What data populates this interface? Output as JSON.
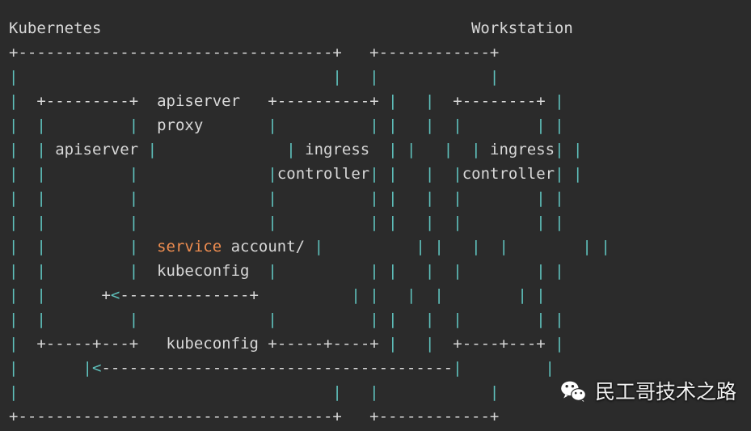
{
  "diagram": {
    "type": "ascii-art",
    "title_labels": [
      {
        "name": "kubernetes",
        "text": "Kubernetes"
      },
      {
        "name": "workstation",
        "text": "Workstation"
      }
    ],
    "node_labels": [
      {
        "name": "apiserver",
        "text": "apiserver"
      },
      {
        "name": "apiserver-proxy",
        "text": "apiserver proxy"
      },
      {
        "name": "ingress-controller-cluster",
        "text": "ingress controller"
      },
      {
        "name": "ingress-controller-workstation",
        "text": "ingress controller"
      }
    ],
    "edge_labels": [
      {
        "name": "service-account-kubeconfig",
        "text": "service account/ kubeconfig",
        "highlight_word": "service"
      },
      {
        "name": "kubeconfig",
        "text": "kubeconfig"
      }
    ],
    "colors": {
      "background": "#2b2b2b",
      "box_rule": "#d8d8d8",
      "vertical_rule": "#5fc2bd",
      "text": "#d8d8d8",
      "highlight": "#ef8d50",
      "watermark_text": "#f2f2f2"
    },
    "rows": [
      [
        {
          "t": "Kubernetes",
          "c": "text"
        },
        {
          "t": "                                        ",
          "c": "text"
        },
        {
          "t": "Workstation",
          "c": "text"
        }
      ],
      [
        {
          "t": "+",
          "c": "dash"
        },
        {
          "t": "----------------------------------",
          "c": "dash"
        },
        {
          "t": "+",
          "c": "dash"
        },
        {
          "t": "   ",
          "c": "text"
        },
        {
          "t": "+",
          "c": "dash"
        },
        {
          "t": "------------",
          "c": "dash"
        },
        {
          "t": "+",
          "c": "dash"
        }
      ],
      [
        {
          "t": "|",
          "c": "pipe"
        },
        {
          "t": "                                  ",
          "c": "text"
        },
        {
          "t": "|",
          "c": "pipe"
        },
        {
          "t": "   ",
          "c": "text"
        },
        {
          "t": "|",
          "c": "pipe"
        },
        {
          "t": "            ",
          "c": "text"
        },
        {
          "t": "|",
          "c": "pipe"
        }
      ],
      [
        {
          "t": "|",
          "c": "pipe"
        },
        {
          "t": "  ",
          "c": "text"
        },
        {
          "t": "+",
          "c": "dash"
        },
        {
          "t": "---------",
          "c": "dash"
        },
        {
          "t": "+",
          "c": "dash"
        },
        {
          "t": "  apiserver   ",
          "c": "text"
        },
        {
          "t": "+",
          "c": "dash"
        },
        {
          "t": "----------",
          "c": "dash"
        },
        {
          "t": "+",
          "c": "dash"
        },
        {
          "t": " ",
          "c": "text"
        },
        {
          "t": "|",
          "c": "pipe"
        },
        {
          "t": "   ",
          "c": "text"
        },
        {
          "t": "|",
          "c": "pipe"
        },
        {
          "t": "  ",
          "c": "text"
        },
        {
          "t": "+",
          "c": "dash"
        },
        {
          "t": "--------",
          "c": "dash"
        },
        {
          "t": "+",
          "c": "dash"
        },
        {
          "t": " ",
          "c": "text"
        },
        {
          "t": "|",
          "c": "pipe"
        }
      ],
      [
        {
          "t": "|",
          "c": "pipe"
        },
        {
          "t": "  ",
          "c": "text"
        },
        {
          "t": "|",
          "c": "pipe"
        },
        {
          "t": "         ",
          "c": "text"
        },
        {
          "t": "|",
          "c": "pipe"
        },
        {
          "t": "  proxy       ",
          "c": "text"
        },
        {
          "t": "|",
          "c": "pipe"
        },
        {
          "t": "          ",
          "c": "text"
        },
        {
          "t": "|",
          "c": "pipe"
        },
        {
          "t": " ",
          "c": "text"
        },
        {
          "t": "|",
          "c": "pipe"
        },
        {
          "t": "   ",
          "c": "text"
        },
        {
          "t": "|",
          "c": "pipe"
        },
        {
          "t": "  ",
          "c": "text"
        },
        {
          "t": "|",
          "c": "pipe"
        },
        {
          "t": "        ",
          "c": "text"
        },
        {
          "t": "|",
          "c": "pipe"
        },
        {
          "t": " ",
          "c": "text"
        },
        {
          "t": "|",
          "c": "pipe"
        }
      ],
      [
        {
          "t": "|",
          "c": "pipe"
        },
        {
          "t": "  ",
          "c": "text"
        },
        {
          "t": "|",
          "c": "pipe"
        },
        {
          "t": " apiserver ",
          "c": "text"
        },
        {
          "t": "|",
          "c": "pipe"
        },
        {
          "t": "              ",
          "c": "text"
        },
        {
          "t": "|",
          "c": "pipe"
        },
        {
          "t": " ingress  ",
          "c": "text"
        },
        {
          "t": "|",
          "c": "pipe"
        },
        {
          "t": " ",
          "c": "text"
        },
        {
          "t": "|",
          "c": "pipe"
        },
        {
          "t": "   ",
          "c": "text"
        },
        {
          "t": "|",
          "c": "pipe"
        },
        {
          "t": "  ",
          "c": "text"
        },
        {
          "t": "|",
          "c": "pipe"
        },
        {
          "t": " ingress",
          "c": "text"
        },
        {
          "t": "|",
          "c": "pipe"
        },
        {
          "t": " ",
          "c": "text"
        },
        {
          "t": "|",
          "c": "pipe"
        }
      ],
      [
        {
          "t": "|",
          "c": "pipe"
        },
        {
          "t": "  ",
          "c": "text"
        },
        {
          "t": "|",
          "c": "pipe"
        },
        {
          "t": "         ",
          "c": "text"
        },
        {
          "t": "|",
          "c": "pipe"
        },
        {
          "t": "              ",
          "c": "text"
        },
        {
          "t": "|",
          "c": "pipe"
        },
        {
          "t": "controller",
          "c": "text"
        },
        {
          "t": "|",
          "c": "pipe"
        },
        {
          "t": " ",
          "c": "text"
        },
        {
          "t": "|",
          "c": "pipe"
        },
        {
          "t": "   ",
          "c": "text"
        },
        {
          "t": "|",
          "c": "pipe"
        },
        {
          "t": "  ",
          "c": "text"
        },
        {
          "t": "|",
          "c": "pipe"
        },
        {
          "t": "controller",
          "c": "text"
        },
        {
          "t": "|",
          "c": "pipe"
        },
        {
          "t": " ",
          "c": "text"
        },
        {
          "t": "|",
          "c": "pipe"
        }
      ],
      [
        {
          "t": "|",
          "c": "pipe"
        },
        {
          "t": "  ",
          "c": "text"
        },
        {
          "t": "|",
          "c": "pipe"
        },
        {
          "t": "         ",
          "c": "text"
        },
        {
          "t": "|",
          "c": "pipe"
        },
        {
          "t": "              ",
          "c": "text"
        },
        {
          "t": "|",
          "c": "pipe"
        },
        {
          "t": "          ",
          "c": "text"
        },
        {
          "t": "|",
          "c": "pipe"
        },
        {
          "t": " ",
          "c": "text"
        },
        {
          "t": "|",
          "c": "pipe"
        },
        {
          "t": "   ",
          "c": "text"
        },
        {
          "t": "|",
          "c": "pipe"
        },
        {
          "t": "  ",
          "c": "text"
        },
        {
          "t": "|",
          "c": "pipe"
        },
        {
          "t": "        ",
          "c": "text"
        },
        {
          "t": "|",
          "c": "pipe"
        },
        {
          "t": " ",
          "c": "text"
        },
        {
          "t": "|",
          "c": "pipe"
        }
      ],
      [
        {
          "t": "|",
          "c": "pipe"
        },
        {
          "t": "  ",
          "c": "text"
        },
        {
          "t": "|",
          "c": "pipe"
        },
        {
          "t": "         ",
          "c": "text"
        },
        {
          "t": "|",
          "c": "pipe"
        },
        {
          "t": "              ",
          "c": "text"
        },
        {
          "t": "|",
          "c": "pipe"
        },
        {
          "t": "          ",
          "c": "text"
        },
        {
          "t": "|",
          "c": "pipe"
        },
        {
          "t": " ",
          "c": "text"
        },
        {
          "t": "|",
          "c": "pipe"
        },
        {
          "t": "   ",
          "c": "text"
        },
        {
          "t": "|",
          "c": "pipe"
        },
        {
          "t": "  ",
          "c": "text"
        },
        {
          "t": "|",
          "c": "pipe"
        },
        {
          "t": "        ",
          "c": "text"
        },
        {
          "t": "|",
          "c": "pipe"
        },
        {
          "t": " ",
          "c": "text"
        },
        {
          "t": "|",
          "c": "pipe"
        }
      ],
      [
        {
          "t": "|",
          "c": "pipe"
        },
        {
          "t": "  ",
          "c": "text"
        },
        {
          "t": "|",
          "c": "pipe"
        },
        {
          "t": "         ",
          "c": "text"
        },
        {
          "t": "|",
          "c": "pipe"
        },
        {
          "t": "  ",
          "c": "text"
        },
        {
          "t": "service",
          "c": "orange"
        },
        {
          "t": " account/ ",
          "c": "text"
        },
        {
          "t": "|",
          "c": "pipe"
        },
        {
          "t": "          ",
          "c": "text"
        },
        {
          "t": "|",
          "c": "pipe"
        },
        {
          "t": " ",
          "c": "text"
        },
        {
          "t": "|",
          "c": "pipe"
        },
        {
          "t": "   ",
          "c": "text"
        },
        {
          "t": "|",
          "c": "pipe"
        },
        {
          "t": "  ",
          "c": "text"
        },
        {
          "t": "|",
          "c": "pipe"
        },
        {
          "t": "        ",
          "c": "text"
        },
        {
          "t": "|",
          "c": "pipe"
        },
        {
          "t": " ",
          "c": "text"
        },
        {
          "t": "|",
          "c": "pipe"
        }
      ],
      [
        {
          "t": "|",
          "c": "pipe"
        },
        {
          "t": "  ",
          "c": "text"
        },
        {
          "t": "|",
          "c": "pipe"
        },
        {
          "t": "         ",
          "c": "text"
        },
        {
          "t": "|",
          "c": "pipe"
        },
        {
          "t": "  kubeconfig  ",
          "c": "text"
        },
        {
          "t": "|",
          "c": "pipe"
        },
        {
          "t": "          ",
          "c": "text"
        },
        {
          "t": "|",
          "c": "pipe"
        },
        {
          "t": " ",
          "c": "text"
        },
        {
          "t": "|",
          "c": "pipe"
        },
        {
          "t": "   ",
          "c": "text"
        },
        {
          "t": "|",
          "c": "pipe"
        },
        {
          "t": "  ",
          "c": "text"
        },
        {
          "t": "|",
          "c": "pipe"
        },
        {
          "t": "        ",
          "c": "text"
        },
        {
          "t": "|",
          "c": "pipe"
        },
        {
          "t": " ",
          "c": "text"
        },
        {
          "t": "|",
          "c": "pipe"
        }
      ],
      [
        {
          "t": "|",
          "c": "pipe"
        },
        {
          "t": "  ",
          "c": "text"
        },
        {
          "t": "|",
          "c": "pipe"
        },
        {
          "t": "      ",
          "c": "text"
        },
        {
          "t": "+",
          "c": "dash"
        },
        {
          "t": "<",
          "c": "pipe"
        },
        {
          "t": "--------------",
          "c": "dash"
        },
        {
          "t": "+",
          "c": "dash"
        },
        {
          "t": "          ",
          "c": "text"
        },
        {
          "t": "|",
          "c": "pipe"
        },
        {
          "t": " ",
          "c": "text"
        },
        {
          "t": "|",
          "c": "pipe"
        },
        {
          "t": "   ",
          "c": "text"
        },
        {
          "t": "|",
          "c": "pipe"
        },
        {
          "t": "  ",
          "c": "text"
        },
        {
          "t": "|",
          "c": "pipe"
        },
        {
          "t": "        ",
          "c": "text"
        },
        {
          "t": "|",
          "c": "pipe"
        },
        {
          "t": " ",
          "c": "text"
        },
        {
          "t": "|",
          "c": "pipe"
        }
      ],
      [
        {
          "t": "|",
          "c": "pipe"
        },
        {
          "t": "  ",
          "c": "text"
        },
        {
          "t": "|",
          "c": "pipe"
        },
        {
          "t": "         ",
          "c": "text"
        },
        {
          "t": "|",
          "c": "pipe"
        },
        {
          "t": "              ",
          "c": "text"
        },
        {
          "t": "|",
          "c": "pipe"
        },
        {
          "t": "          ",
          "c": "text"
        },
        {
          "t": "|",
          "c": "pipe"
        },
        {
          "t": " ",
          "c": "text"
        },
        {
          "t": "|",
          "c": "pipe"
        },
        {
          "t": "   ",
          "c": "text"
        },
        {
          "t": "|",
          "c": "pipe"
        },
        {
          "t": "  ",
          "c": "text"
        },
        {
          "t": "|",
          "c": "pipe"
        },
        {
          "t": "        ",
          "c": "text"
        },
        {
          "t": "|",
          "c": "pipe"
        },
        {
          "t": " ",
          "c": "text"
        },
        {
          "t": "|",
          "c": "pipe"
        }
      ],
      [
        {
          "t": "|",
          "c": "pipe"
        },
        {
          "t": "  ",
          "c": "text"
        },
        {
          "t": "+",
          "c": "dash"
        },
        {
          "t": "-----",
          "c": "dash"
        },
        {
          "t": "+",
          "c": "dash"
        },
        {
          "t": "---",
          "c": "dash"
        },
        {
          "t": "+",
          "c": "dash"
        },
        {
          "t": "   kubeconfig ",
          "c": "text"
        },
        {
          "t": "+",
          "c": "dash"
        },
        {
          "t": "-----",
          "c": "dash"
        },
        {
          "t": "+",
          "c": "dash"
        },
        {
          "t": "----",
          "c": "dash"
        },
        {
          "t": "+",
          "c": "dash"
        },
        {
          "t": " ",
          "c": "text"
        },
        {
          "t": "|",
          "c": "pipe"
        },
        {
          "t": "   ",
          "c": "text"
        },
        {
          "t": "|",
          "c": "pipe"
        },
        {
          "t": "  ",
          "c": "text"
        },
        {
          "t": "+",
          "c": "dash"
        },
        {
          "t": "----",
          "c": "dash"
        },
        {
          "t": "+",
          "c": "dash"
        },
        {
          "t": "---",
          "c": "dash"
        },
        {
          "t": "+",
          "c": "dash"
        },
        {
          "t": " ",
          "c": "text"
        },
        {
          "t": "|",
          "c": "pipe"
        }
      ],
      [
        {
          "t": "|",
          "c": "pipe"
        },
        {
          "t": "       ",
          "c": "text"
        },
        {
          "t": "|",
          "c": "pipe"
        },
        {
          "t": "<",
          "c": "pipe"
        },
        {
          "t": "--------------------------------------",
          "c": "dash"
        },
        {
          "t": "|",
          "c": "pipe"
        },
        {
          "t": "         ",
          "c": "text"
        },
        {
          "t": "|",
          "c": "pipe"
        }
      ],
      [
        {
          "t": "|",
          "c": "pipe"
        },
        {
          "t": "                                  ",
          "c": "text"
        },
        {
          "t": "|",
          "c": "pipe"
        },
        {
          "t": "   ",
          "c": "text"
        },
        {
          "t": "|",
          "c": "pipe"
        },
        {
          "t": "            ",
          "c": "text"
        },
        {
          "t": "|",
          "c": "pipe"
        }
      ],
      [
        {
          "t": "+",
          "c": "dash"
        },
        {
          "t": "----------------------------------",
          "c": "dash"
        },
        {
          "t": "+",
          "c": "dash"
        },
        {
          "t": "   ",
          "c": "text"
        },
        {
          "t": "+",
          "c": "dash"
        },
        {
          "t": "------------",
          "c": "dash"
        },
        {
          "t": "+",
          "c": "dash"
        }
      ]
    ]
  },
  "watermark": {
    "icon": "wechat-icon",
    "text": "民工哥技术之路"
  }
}
